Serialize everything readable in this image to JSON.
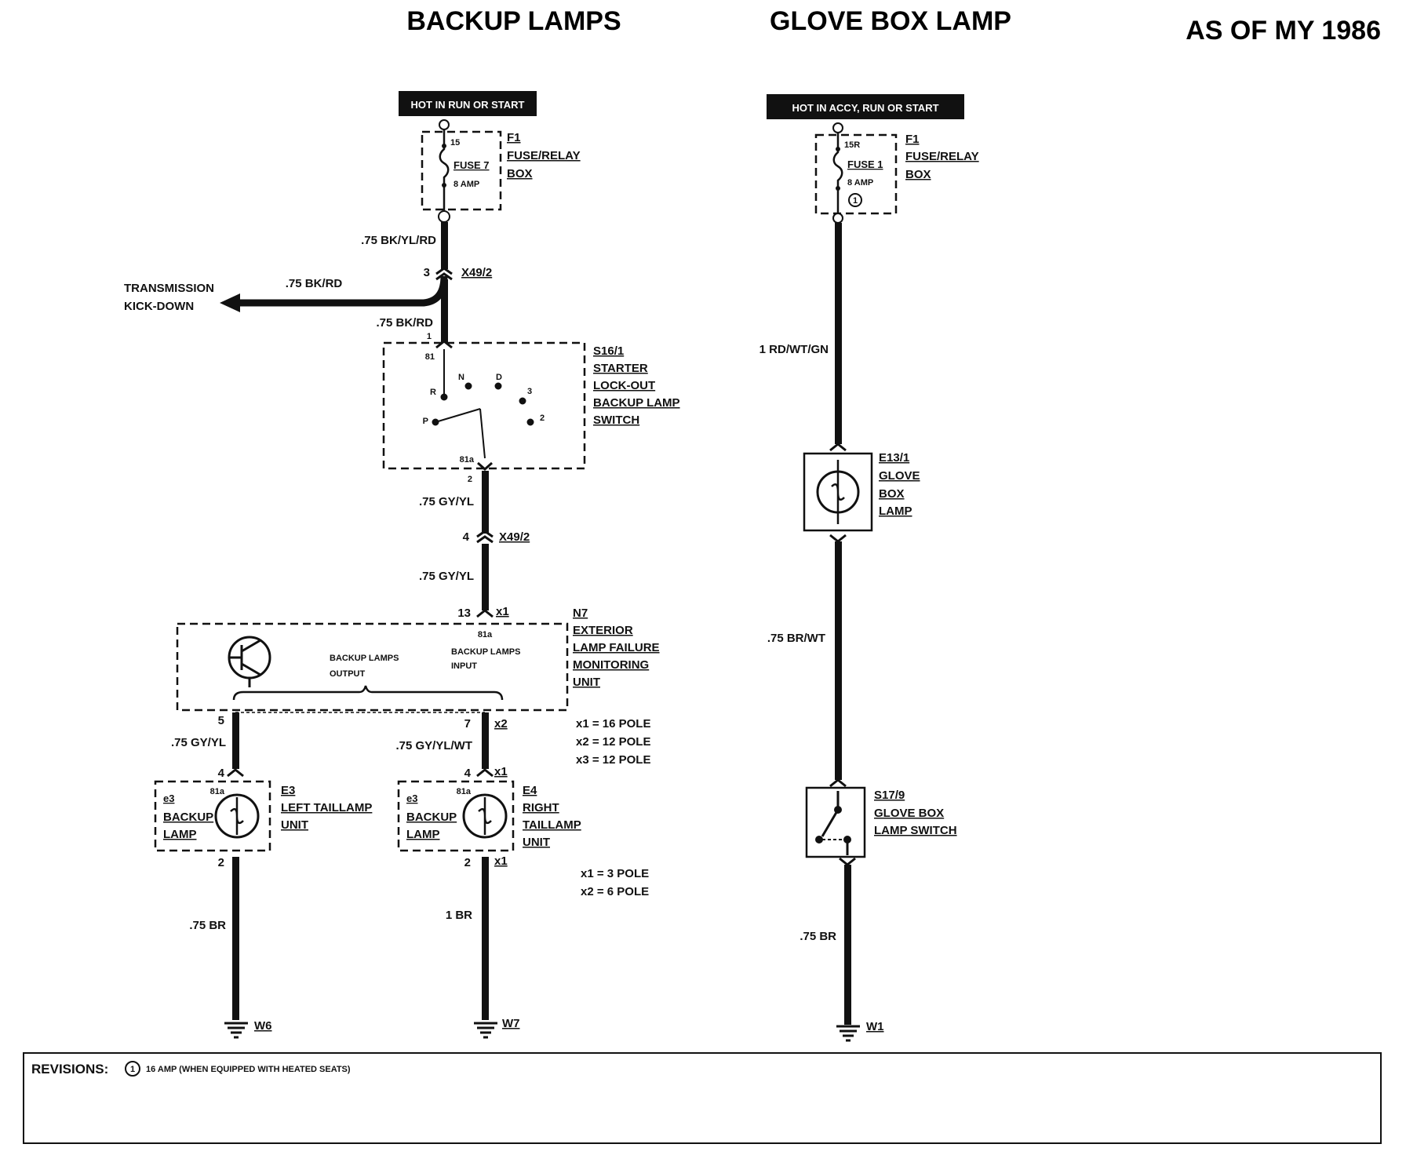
{
  "titles": {
    "backup_lamps": "BACKUP LAMPS",
    "glove_box_lamp": "GLOVE BOX LAMP",
    "model_year": "AS OF MY 1986"
  },
  "backup": {
    "power_label": "HOT IN RUN OR START",
    "fuse_terminal": "15",
    "fuse_name": "FUSE 7",
    "fuse_rating": "8 AMP",
    "f1_id": "F1",
    "f1_line1": "FUSE/RELAY",
    "f1_line2": "BOX",
    "wire_1": ".75 BK/YL/RD",
    "x49_pin_a": "3",
    "x49_id": "X49/2",
    "branch_wire": ".75 BK/RD",
    "branch_dest_1": "TRANSMISSION",
    "branch_dest_2": "KICK-DOWN",
    "wire_2": ".75 BK/RD",
    "s16_pin_in": "1",
    "s16_term_in": "81",
    "s16_id": "S16/1",
    "s16_l1": "STARTER",
    "s16_l2": "LOCK-OUT",
    "s16_l3": "BACKUP LAMP",
    "s16_l4": "SWITCH",
    "pos_r": "R",
    "pos_n": "N",
    "pos_d": "D",
    "pos_3": "3",
    "pos_2": "2",
    "pos_p": "P",
    "s16_term_out": "81a",
    "s16_pin_out": "2",
    "wire_3": ".75 GY/YL",
    "x49_pin_b": "4",
    "x49_id_b": "X49/2",
    "wire_4": ".75 GY/YL",
    "n7_pin_in": "13",
    "n7_conn_in": "x1",
    "n7_term": "81a",
    "n7_id": "N7",
    "n7_l1": "EXTERIOR",
    "n7_l2": "LAMP FAILURE",
    "n7_l3": "MONITORING",
    "n7_l4": "UNIT",
    "n7_out_1": "BACKUP LAMPS",
    "n7_out_2": "OUTPUT",
    "n7_in_1": "BACKUP LAMPS",
    "n7_in_2": "INPUT",
    "n7_pin_left": "5",
    "n7_pin_right": "7",
    "n7_conn_right": "x2",
    "pole_1": "x1 = 16 POLE",
    "pole_2": "x2 = 12 POLE",
    "pole_3": "x3 = 12 POLE",
    "wire_left": ".75 GY/YL",
    "wire_right": ".75 GY/YL/WT",
    "e3_pin_in": "4",
    "e3_term": "81a",
    "e3_code": "e3",
    "e3_lamp_1": "BACKUP",
    "e3_lamp_2": "LAMP",
    "e3_id": "E3",
    "e3_l1": "LEFT TAILLAMP",
    "e3_l2": "UNIT",
    "e3_pin_out": "2",
    "e4_pin_in": "4",
    "e4_conn_in": "x1",
    "e4_term": "81a",
    "e4_code": "e3",
    "e4_lamp_1": "BACKUP",
    "e4_lamp_2": "LAMP",
    "e4_id": "E4",
    "e4_l1": "RIGHT",
    "e4_l2": "TAILLAMP",
    "e4_l3": "UNIT",
    "e4_pin_out": "2",
    "e4_conn_out": "x1",
    "e4_pole_1": "x1 = 3 POLE",
    "e4_pole_2": "x2 = 6 POLE",
    "ground_wire_left": ".75 BR",
    "ground_wire_right": "1 BR",
    "ground_left": "W6",
    "ground_right": "W7"
  },
  "glove": {
    "power_label": "HOT IN ACCY, RUN OR START",
    "fuse_terminal": "15R",
    "fuse_name": "FUSE 1",
    "fuse_rating": "8 AMP",
    "fuse_note_mark": "1",
    "f1_id": "F1",
    "f1_line1": "FUSE/RELAY",
    "f1_line2": "BOX",
    "wire_1": "1 RD/WT/GN",
    "e13_id": "E13/1",
    "e13_l1": "GLOVE",
    "e13_l2": "BOX",
    "e13_l3": "LAMP",
    "wire_2": ".75 BR/WT",
    "s17_id": "S17/9",
    "s17_l1": "GLOVE BOX",
    "s17_l2": "LAMP SWITCH",
    "wire_3": ".75 BR",
    "ground": "W1"
  },
  "revisions": {
    "label": "REVISIONS:",
    "mark": "1",
    "text": "16 AMP (WHEN EQUIPPED WITH HEATED SEATS)"
  }
}
